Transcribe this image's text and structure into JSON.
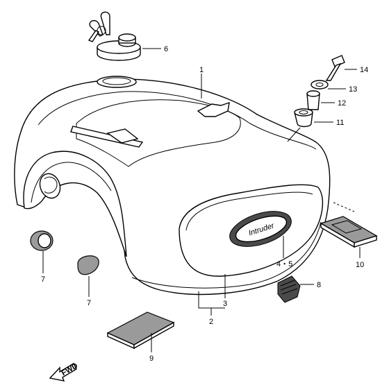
{
  "callouts": {
    "n1": "1",
    "n2": "2",
    "n3": "3",
    "n45": "4・5",
    "n6": "6",
    "n7a": "7",
    "n7b": "7",
    "n8": "8",
    "n9": "9",
    "n10": "10",
    "n11": "11",
    "n12": "12",
    "n13": "13",
    "n14": "14"
  },
  "emblem_script": "Intruder",
  "fwd_arrow": "FWD"
}
